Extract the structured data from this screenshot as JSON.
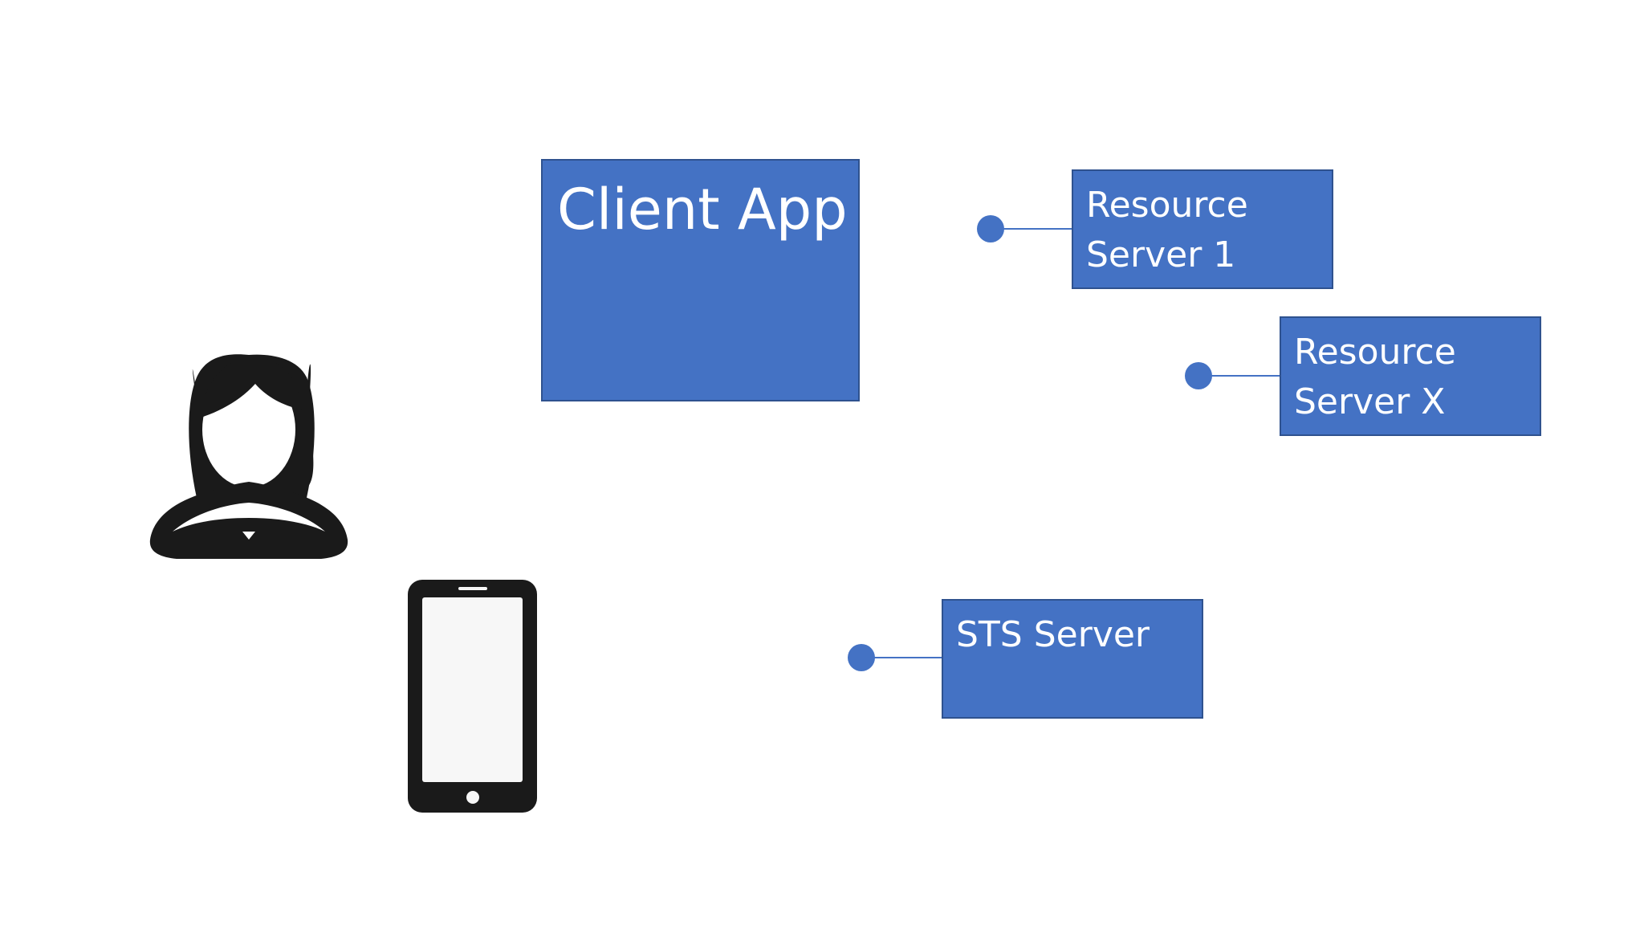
{
  "colors": {
    "box_fill": "#4472c4",
    "box_border": "#2f528f",
    "box_text": "#ffffff",
    "connector": "#4472c4",
    "icon": "#1a1a1a",
    "phone_screen": "#f7f7f7"
  },
  "nodes": {
    "client_app": {
      "label": "Client App"
    },
    "resource_server_1": {
      "label": "Resource\nServer 1"
    },
    "resource_server_x": {
      "label": "Resource\nServer X"
    },
    "sts_server": {
      "label": "STS Server"
    }
  },
  "icons": {
    "user": "user-avatar-icon",
    "phone": "smartphone-icon"
  }
}
